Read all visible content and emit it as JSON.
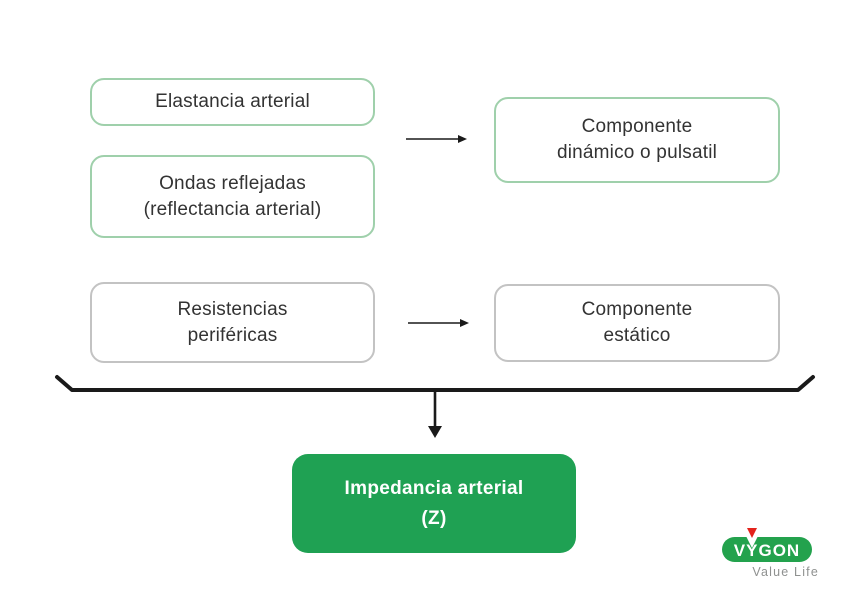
{
  "colors": {
    "green_border": "#9fd0ab",
    "gray_border": "#c3c3c3",
    "green_fill": "#1fa153",
    "text": "#333333",
    "arrow": "#1a1a1a",
    "logo_green": "#23a24d",
    "logo_red": "#e3231c",
    "tagline_gray": "#8f9190"
  },
  "boxes": {
    "elastancia": {
      "label": "Elastancia arterial"
    },
    "ondas": {
      "line1": "Ondas reflejadas",
      "line2": "(reflectancia arterial)"
    },
    "dinamico": {
      "line1": "Componente",
      "line2": "dinámico o pulsatil"
    },
    "resistencias": {
      "line1": "Resistencias",
      "line2": "periféricas"
    },
    "estatico": {
      "line1": "Componente",
      "line2": "estático"
    },
    "impedancia": {
      "line1": "Impedancia arterial",
      "line2": "(Z)"
    }
  },
  "logo": {
    "brand": "VYGON",
    "tagline": "Value Life"
  }
}
